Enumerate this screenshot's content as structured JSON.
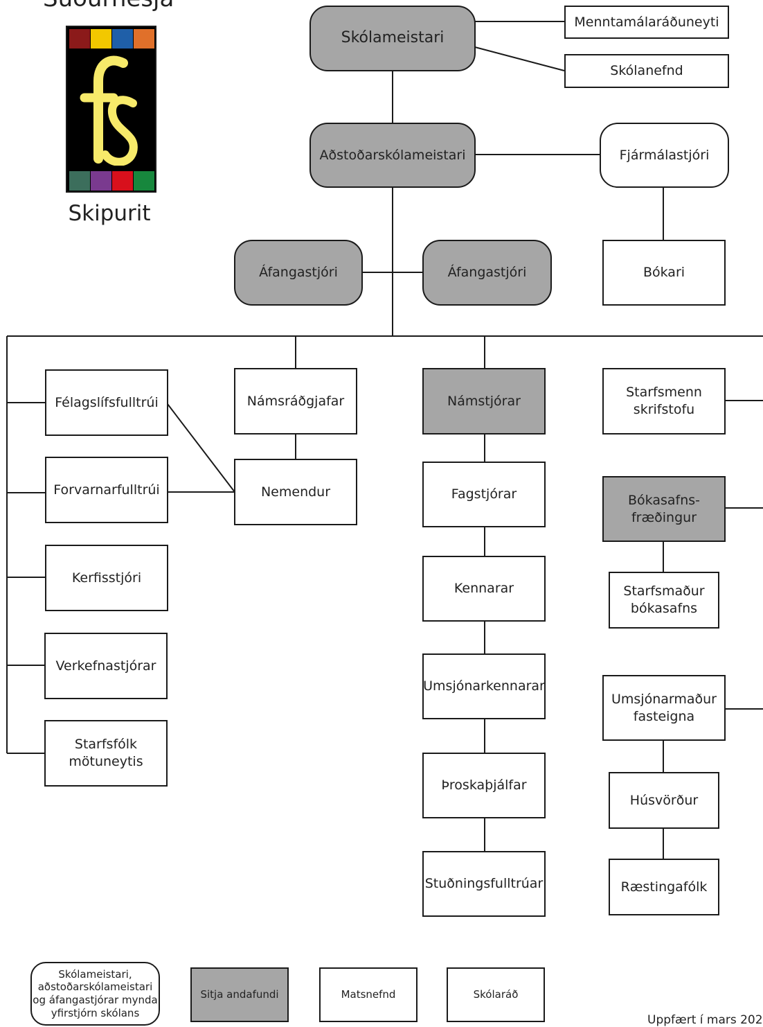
{
  "header": {
    "title": "Suðurnesja",
    "subtitle": "Skipurit"
  },
  "logo": {
    "top_colors": [
      "#8b1a1a",
      "#f2c800",
      "#1f5fa8",
      "#e0702a"
    ],
    "bottom_colors": [
      "#3c6e5c",
      "#7a3a8f",
      "#d8101c",
      "#17873d"
    ],
    "emblem_color": "#f7ea6a"
  },
  "colors": {
    "yfirstjorn": "#a6a6a6",
    "line": "#1a1a1a"
  },
  "nodes": {
    "skolameistari": "Skólameistari",
    "menntamalaraduneyti": "Menntamálaráðuneyti",
    "skolanefnd": "Skólanefnd",
    "adstodarskolameistari": "Aðstoðarskólameistari",
    "fjarmalastjori": "Fjármálastjóri",
    "bokari": "Bókari",
    "afangastjori_1": "Áfangastjóri",
    "afangastjori_2": "Áfangastjóri",
    "felagslifsfulltrui": "Félagslífsfulltrúi",
    "forvarnarfulltrui": "Forvarnarfulltrúi",
    "kerfisstjori": "Kerfisstjóri",
    "verkefnastjorar": "Verkefnastjórar",
    "starfsfolk_motuneytis": "Starfsfólk\nmötuneytis",
    "namsradgjafar": "Námsráðgjafar",
    "nemendur": "Nemendur",
    "namstjorar": "Námstjórar",
    "fagstjorar": "Fagstjórar",
    "kennarar": "Kennarar",
    "umsjonarkennarar": "Umsjónarkennarar",
    "throskathjalfar": "Þroskaþjálfar",
    "studningsfulltruar": "Stuðningsfulltrúar",
    "starfsmenn_skrifstofu": "Starfsmenn\nskrifstofu",
    "bokasafnsfraedingur": "Bókasafns-\nfræðingur",
    "starfsmadur_bokasafns": "Starfsmaður\nbókasafns",
    "umsjonarmadur_fasteigna": "Umsjónarmaður\nfasteigna",
    "husvordur": "Húsvörður",
    "raestingafolk": "Ræstingafólk"
  },
  "legend": {
    "yfirstjorn": "Skólameistari,\naðstoðarskólameistari\nog áfangastjórar mynda\nyfirstjórn skólans",
    "sitja_andafundi": "Sitja andafundi",
    "matsnefnd": "Matsnefnd",
    "skolarad": "Skólaráð"
  },
  "footer": {
    "updated": "Uppfært í mars 202"
  }
}
